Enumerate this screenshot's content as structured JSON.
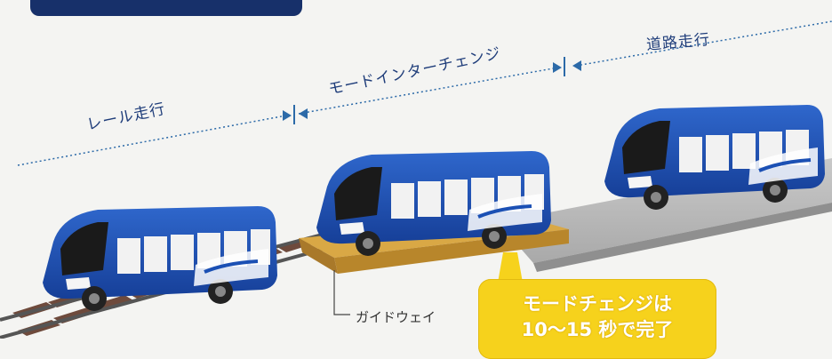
{
  "labels": {
    "rail": "レール走行",
    "mode_interchange": "モードインターチェンジ",
    "road": "道路走行",
    "guideway": "ガイドウェイ"
  },
  "callout": {
    "line1": "モードチェンジは",
    "line2": "10〜15 秒で完了"
  },
  "colors": {
    "bus_blue": "#1b50b4",
    "label_text": "#1f3d7a",
    "callout_yellow": "#f6d21c",
    "guideway_orange": "#c9932e",
    "road_gray": "#b3b3b3",
    "title_tab": "#17306a"
  }
}
